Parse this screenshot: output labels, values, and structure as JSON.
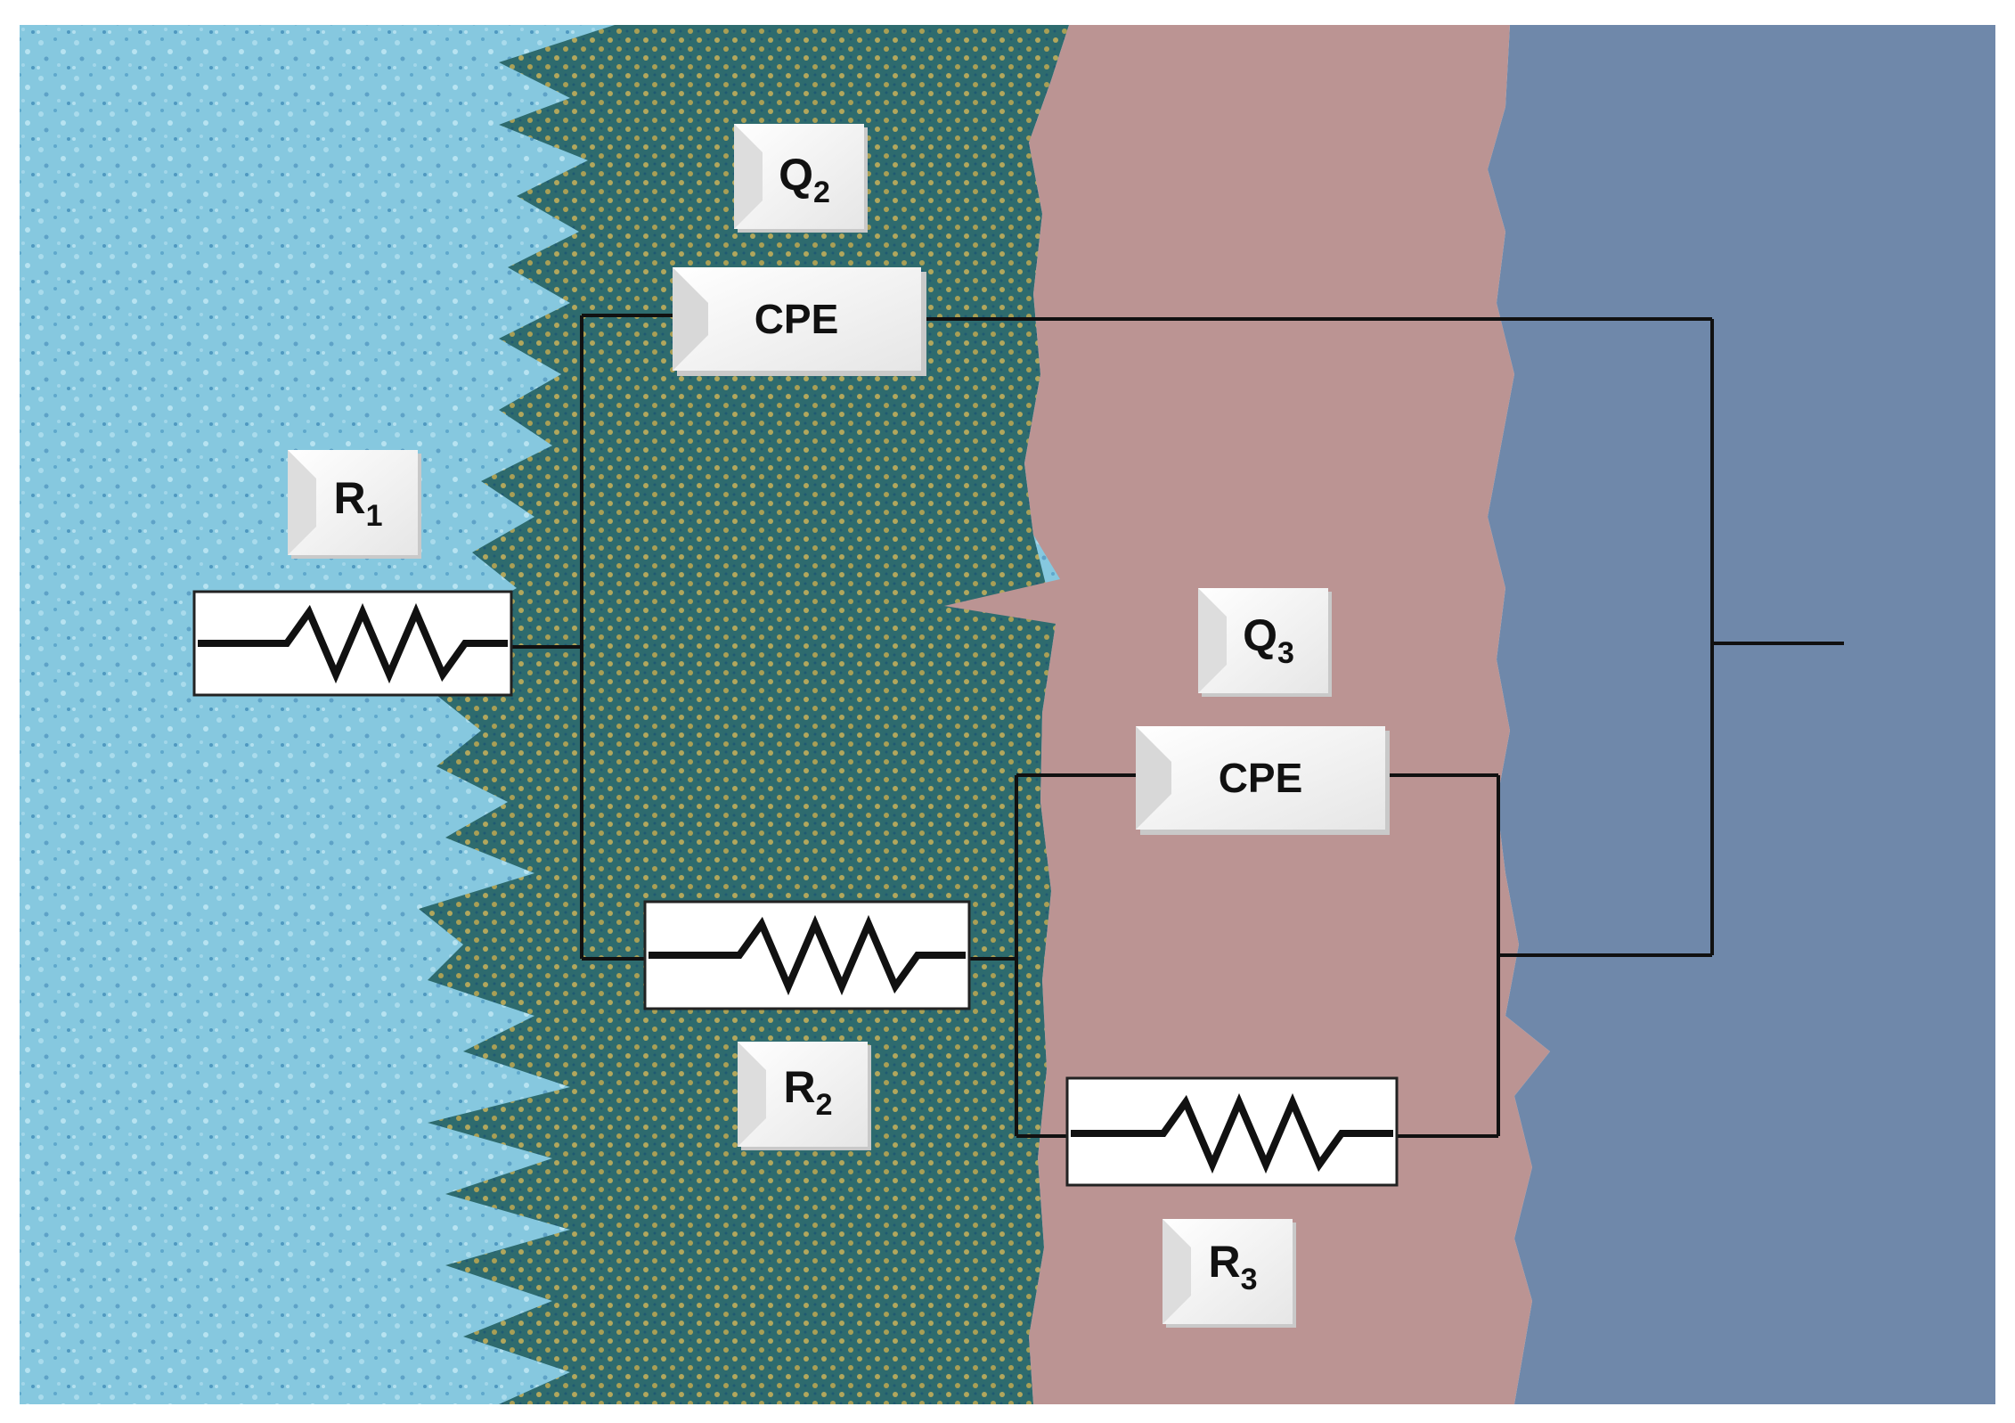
{
  "labels": {
    "r1": {
      "symbol": "R",
      "subscript": "1"
    },
    "r2": {
      "symbol": "R",
      "subscript": "2"
    },
    "r3": {
      "symbol": "R",
      "subscript": "3"
    },
    "q2": {
      "symbol": "Q",
      "subscript": "2"
    },
    "q3": {
      "symbol": "Q",
      "subscript": "3"
    }
  },
  "cpe": {
    "upper": "CPE",
    "lower": "CPE"
  },
  "colors": {
    "electrolyte": "#7cc3dc",
    "electrolyte_light": "#cfeef7",
    "porous_layer": "#2f6f6b",
    "porous_dots": "#b6a85a",
    "barrier_layer": "#bb9493",
    "substrate": "#6f88aa",
    "wire": "#111111",
    "box_fill": "#ffffff"
  }
}
